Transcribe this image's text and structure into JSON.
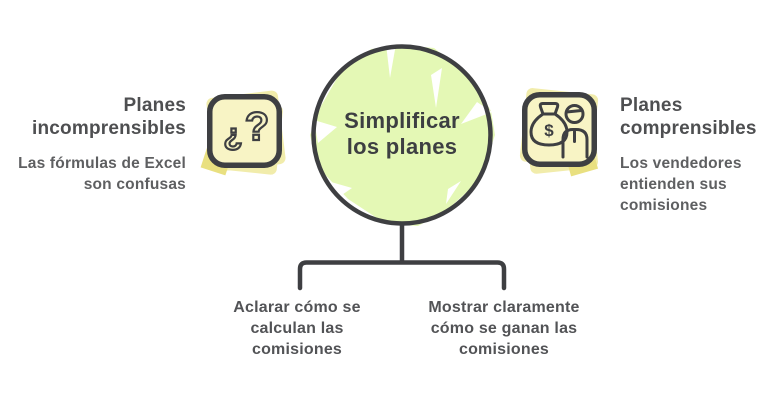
{
  "diagram": {
    "type": "mind-map",
    "background": "#ffffff"
  },
  "colors": {
    "stroke": "#3e3f42",
    "center_fill": "#e4f8b5",
    "note_fill": "#f8f4c5",
    "note_patch": "#f1ecab",
    "note_patch_dark": "#e9e080",
    "heading_text": "#4e4f51",
    "body_text": "#5e5f61",
    "center_text": "#3d3f42"
  },
  "center": {
    "label": "Simplificar los planes",
    "label_lines": [
      "Simplificar",
      "los planes"
    ]
  },
  "left": {
    "heading": "Planes incomprensibles",
    "heading_lines": [
      "Planes",
      "incomprensibles"
    ],
    "description": "Las fórmulas de Excel son confusas",
    "description_lines": [
      "Las fórmulas de Excel",
      "son confusas"
    ],
    "icon": "question-marks-icon",
    "glyphs": {
      "inverted_question": "¿",
      "question": "?"
    }
  },
  "right": {
    "heading": "Planes comprensibles",
    "heading_lines": [
      "Planes",
      "comprensibles"
    ],
    "description": "Los vendedores entienden sus comisiones",
    "description_lines": [
      "Los vendedores",
      "entienden sus",
      "comisiones"
    ],
    "icon": "money-bag-and-person-icon",
    "glyphs": {
      "dollar": "$"
    }
  },
  "branches": [
    {
      "label": "Aclarar cómo se calculan las comisiones",
      "label_lines": [
        "Aclarar cómo se",
        "calculan las",
        "comisiones"
      ]
    },
    {
      "label": "Mostrar claramente cómo se ganan las comisiones",
      "label_lines": [
        "Mostrar claramente",
        "cómo se ganan las",
        "comisiones"
      ]
    }
  ]
}
